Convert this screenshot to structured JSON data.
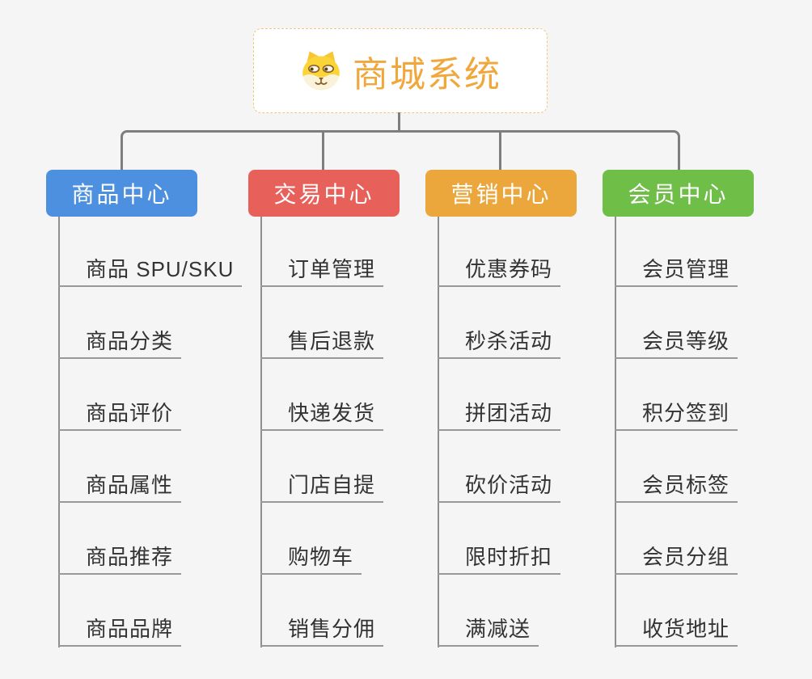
{
  "root": {
    "title": "商城系统",
    "icon": "dog-face-icon",
    "title_color": "#F0A73C",
    "border_color": "#F3C57B",
    "background": "#FFFFFF"
  },
  "canvas": {
    "background": "#F5F5F5",
    "connector_color": "#7E7E7E",
    "trunk_color": "#8E8F91",
    "item_text_color": "#333333"
  },
  "columns": [
    {
      "title": "商品中心",
      "color": "#4D90E0",
      "items": [
        "商品 SPU/SKU",
        "商品分类",
        "商品评价",
        "商品属性",
        "商品推荐",
        "商品品牌"
      ]
    },
    {
      "title": "交易中心",
      "color": "#E8605A",
      "items": [
        "订单管理",
        "售后退款",
        "快递发货",
        "门店自提",
        "购物车",
        "销售分佣"
      ]
    },
    {
      "title": "营销中心",
      "color": "#EBA73C",
      "items": [
        "优惠券码",
        "秒杀活动",
        "拼团活动",
        "砍价活动",
        "限时折扣",
        "满减送"
      ]
    },
    {
      "title": "会员中心",
      "color": "#6FBE48",
      "items": [
        "会员管理",
        "会员等级",
        "积分签到",
        "会员标签",
        "会员分组",
        "收货地址"
      ]
    }
  ]
}
